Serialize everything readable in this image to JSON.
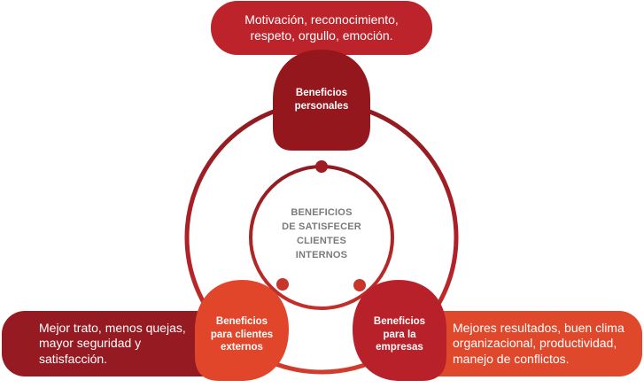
{
  "center": {
    "label": "BENEFICIOS\nDE SATISFECER\nCLIENTES\nINTERNOS"
  },
  "nodes": {
    "personal": {
      "title": "Beneficios\npersonales",
      "description": "Motivación, reconocimiento,\nrespeto, orgullo, emoción."
    },
    "external": {
      "title": "Beneficios\npara clientes\nexternos",
      "description": "Mejor trato, menos quejas,\nmayor seguridad y\nsatisfacción."
    },
    "companies": {
      "title": "Beneficios\npara la\nempresas",
      "description": "Mejores resultados, buen clima\norganizacional, productividad,\nmanejo de conflictos."
    }
  },
  "colors": {
    "personal": "#bc232a",
    "personal_dark": "#94171d",
    "external": "#951a22",
    "external_bubble": "#e1462b",
    "companies": "#e0482c",
    "companies_bubble": "#b8212a",
    "ring": "#a81d24"
  }
}
